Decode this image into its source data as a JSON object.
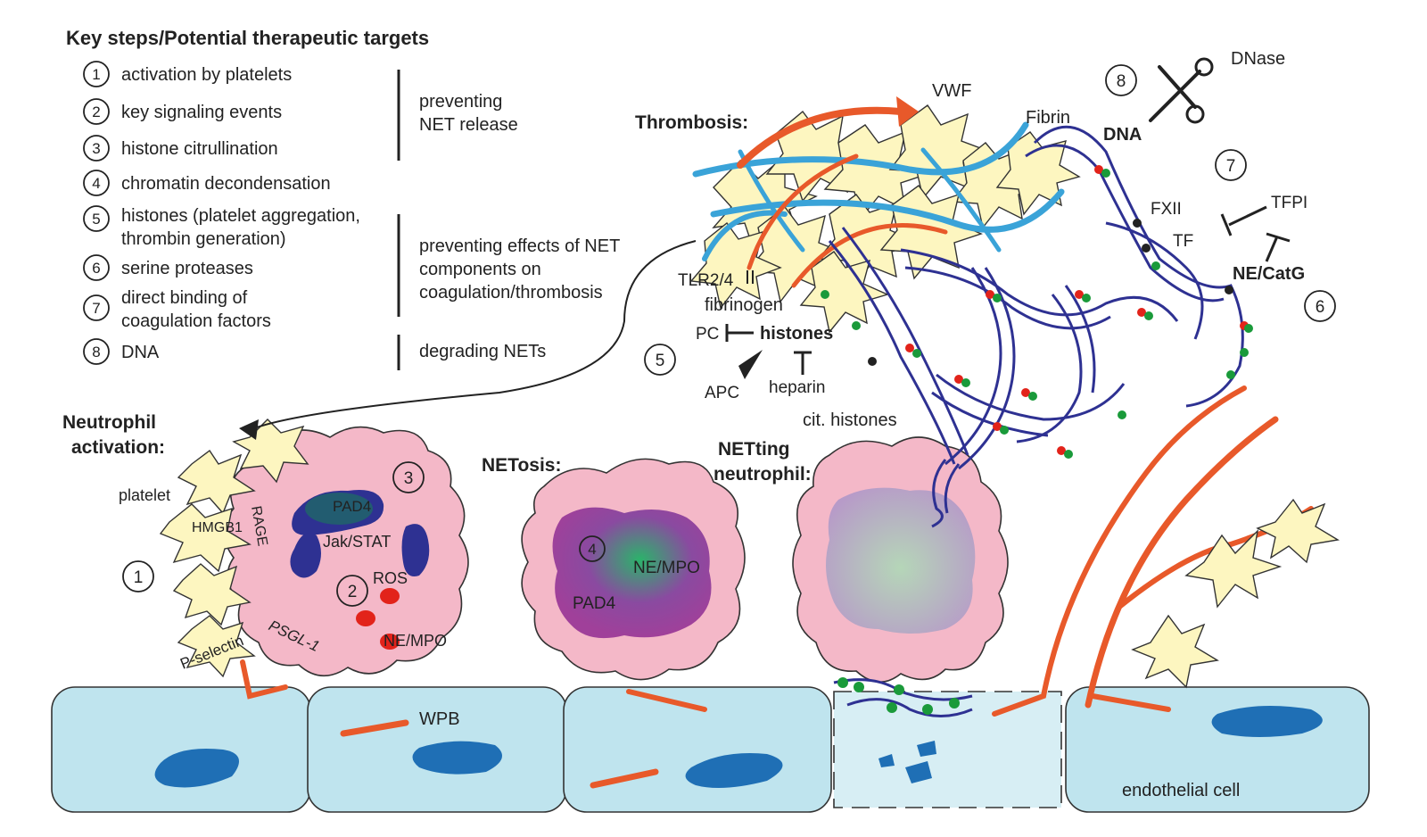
{
  "legend": {
    "title": "Key steps/Potential therapeutic targets",
    "steps": [
      {
        "num": "1",
        "text": "activation by platelets"
      },
      {
        "num": "2",
        "text": "key signaling events"
      },
      {
        "num": "3",
        "text": "histone citrullination"
      },
      {
        "num": "4",
        "text": "chromatin decondensation"
      },
      {
        "num": "5",
        "line1": "histones (platelet aggregation,",
        "line2": "thrombin generation)"
      },
      {
        "num": "6",
        "text": "serine proteases"
      },
      {
        "num": "7",
        "line1": "direct binding of",
        "line2": "coagulation factors"
      },
      {
        "num": "8",
        "text": "DNA"
      }
    ],
    "groups": [
      {
        "line1": "preventing",
        "line2": "NET release"
      },
      {
        "line1": "preventing effects of NET",
        "line2": "components on",
        "line3": "coagulation/thrombosis"
      },
      {
        "line1": "degrading NETs"
      }
    ]
  },
  "sections": {
    "thrombosis": "Thrombosis:",
    "activation_line1": "Neutrophil",
    "activation_line2": "activation:",
    "netosis": "NETosis:",
    "netting_line1": "NETting",
    "netting_line2": "neutrophil:"
  },
  "labels": {
    "vwf": "VWF",
    "fibrin": "Fibrin",
    "dna": "DNA",
    "dnase": "DNase",
    "fxii": "FXII",
    "tf": "TF",
    "tfpi": "TFPI",
    "ne_catg": "NE/CatG",
    "tlr": "TLR2/4",
    "fibrinogen": "fibrinogen",
    "pc": "PC",
    "histones": "histones",
    "apc": "APC",
    "heparin": "heparin",
    "cit_histones": "cit. histones",
    "platelet": "platelet",
    "hmgb1": "HMGB1",
    "rage": "RAGE",
    "pad4": "PAD4",
    "jak_stat": "Jak/STAT",
    "ros": "ROS",
    "ne_mpo": "NE/MPO",
    "psgl1": "PSGL-1",
    "p_selectin": "P-selectin",
    "wpb": "WPB",
    "ne_mpo_2": "NE/MPO",
    "pad4_2": "PAD4",
    "endothelial_cell": "endothelial cell"
  },
  "markers": {
    "m1": "1",
    "m2": "2",
    "m3": "3",
    "m4": "4",
    "m5": "5",
    "m6": "6",
    "m7": "7",
    "m8": "8"
  },
  "colors": {
    "vwf": "#e8592a",
    "fibrin": "#3aa3d8",
    "dna": "#2e3192",
    "histones": "#1a9a3a",
    "ne_catg": "#e2231a",
    "cell_pink": "#f4b8c8",
    "platelet_yellow": "#fdf6c0",
    "endothelium": "#bfe4ee",
    "nucleus_blue": "#1f6fb5"
  }
}
